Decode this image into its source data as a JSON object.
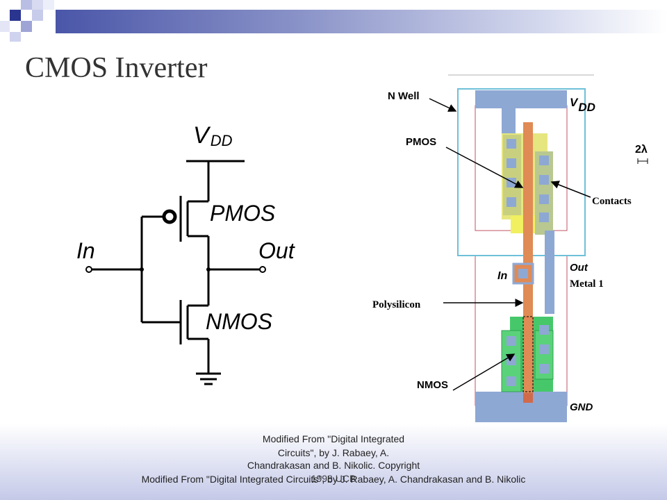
{
  "slide": {
    "title": "CMOS Inverter",
    "footer_lines": [
      "Modified From \"Digital Integrated",
      "Circuits\", by J. Rabaey, A.",
      "Chandrakasan and B. Nikolic. Copyright",
      "Modified From \"Digital Integrated Circuits\", by J. Rabaey, A. Chandrakasan and B. Nikolic"
    ],
    "footer_overlay": "1998 UCB"
  },
  "schematic": {
    "vdd_v": "V",
    "vdd_sub": "DD",
    "pmos": "PMOS",
    "nmos": "NMOS",
    "in": "In",
    "out": "Out"
  },
  "layout": {
    "n_well": "N Well",
    "vdd_v": "V",
    "vdd_sub": "DD",
    "pmos": "PMOS",
    "scale": "2λ",
    "contacts": "Contacts",
    "in": "In",
    "out": "Out",
    "metal1": "Metal 1",
    "polysilicon": "Polysilicon",
    "nmos": "NMOS",
    "gnd": "GND"
  },
  "colors": {
    "metal": "#8ea8d4",
    "poly": "#e08a55",
    "p_diff": "#e6e680",
    "n_diff": "#46c86a",
    "n_well": "#6ec0d8",
    "well_outline": "#c05060"
  }
}
